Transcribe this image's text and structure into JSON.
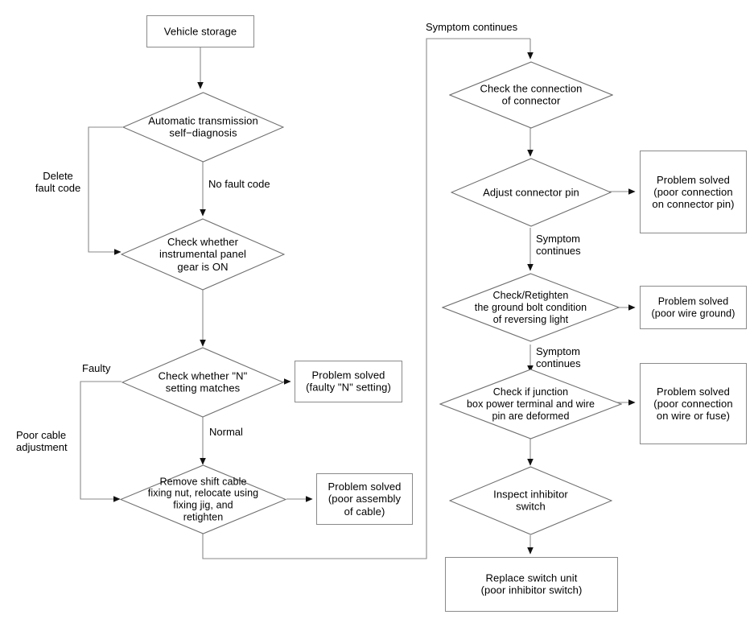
{
  "diagram": {
    "title": "Automatic transmission diagnostic flowchart",
    "colors": {
      "line": "#8a8a8a",
      "diamond_stroke": "#6f6f6f",
      "arrow": "#111111",
      "text": "#000000",
      "background": "#ffffff"
    },
    "nodes": [
      {
        "id": "vehicle-storage",
        "shape": "box",
        "text": "Vehicle storage"
      },
      {
        "id": "self-diagnosis",
        "shape": "diamond",
        "text": "Automatic transmission\nself−diagnosis"
      },
      {
        "id": "instrumental-panel",
        "shape": "diamond",
        "text": "Check whether\ninstrumental panel\ngear is ON"
      },
      {
        "id": "n-setting",
        "shape": "diamond",
        "text": "Check whether \"N\"\nsetting matches"
      },
      {
        "id": "solved-n-setting",
        "shape": "box",
        "text": "Problem solved\n(faulty \"N\" setting)"
      },
      {
        "id": "remove-shift-cable",
        "shape": "diamond",
        "text": "Remove shift cable\nfixing nut, relocate using\nfixing jig, and\nretighten"
      },
      {
        "id": "solved-cable-assembly",
        "shape": "box",
        "text": "Problem solved\n(poor assembly\nof cable)"
      },
      {
        "id": "check-connector",
        "shape": "diamond",
        "text": "Check the connection\nof connector"
      },
      {
        "id": "adjust-connector-pin",
        "shape": "diamond",
        "text": "Adjust connector pin"
      },
      {
        "id": "solved-connector-pin",
        "shape": "box",
        "text": "Problem solved\n(poor connection\non connector pin)"
      },
      {
        "id": "ground-bolt",
        "shape": "diamond",
        "text": "Check/Retighten\nthe ground bolt condition\nof reversing light"
      },
      {
        "id": "solved-wire-ground",
        "shape": "box",
        "text": "Problem solved\n(poor wire ground)"
      },
      {
        "id": "junction-box",
        "shape": "diamond",
        "text": "Check if junction\nbox power terminal and wire\npin are deformed"
      },
      {
        "id": "solved-wire-or-fuse",
        "shape": "box",
        "text": "Problem solved\n(poor connection\non wire or fuse)"
      },
      {
        "id": "inspect-inhibitor",
        "shape": "diamond",
        "text": "Inspect inhibitor\nswitch"
      },
      {
        "id": "replace-switch-unit",
        "shape": "box",
        "text": "Replace switch unit\n(poor inhibitor switch)"
      }
    ],
    "edge_labels": [
      {
        "id": "delete-fault-code",
        "text": "Delete\nfault code"
      },
      {
        "id": "no-fault-code",
        "text": "No fault code"
      },
      {
        "id": "faulty",
        "text": "Faulty"
      },
      {
        "id": "normal",
        "text": "Normal"
      },
      {
        "id": "poor-cable-adjustment",
        "text": "Poor cable\nadjustment"
      },
      {
        "id": "symptom-continues-top",
        "text": "Symptom continues"
      },
      {
        "id": "symptom-continues-pin",
        "text": "Symptom\ncontinues"
      },
      {
        "id": "symptom-continues-ground",
        "text": "Symptom\ncontinues"
      }
    ]
  }
}
